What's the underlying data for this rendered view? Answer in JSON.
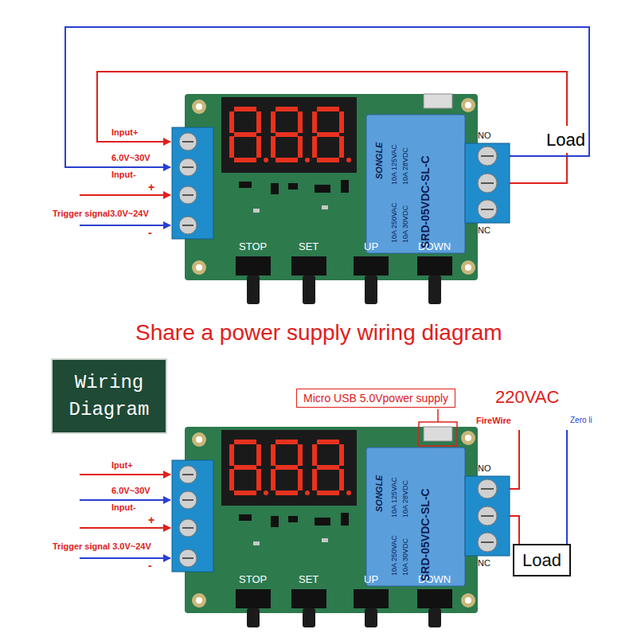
{
  "diagram": {
    "title": "Share a power supply wiring diagram",
    "nodes": [
      {
        "text": [
          "Wiring Diagram"
        ]
      },
      {
        "text": [
          "Micro USB 5.0Vpower supply"
        ]
      },
      {
        "text": [
          "Load"
        ]
      }
    ],
    "labels": [
      "Input+",
      "6.0V~30V",
      "Input-",
      "+",
      "Trigger signal3.0V~24V",
      "-",
      "Load",
      "NO",
      "NC",
      "STOP",
      "SET",
      "UP",
      "DOWN",
      "SONGLE",
      "10A 250VAC",
      "10A 125VAC",
      "10A 30VDC",
      "10A 28VDC",
      "SRD-05VDC-SL-C",
      "Iput+",
      "6.0V~30V",
      "Input-",
      "+",
      "Trigger signal 3.0V~24V",
      "-",
      "220VAC",
      "FireWire",
      "Zero li",
      "NO",
      "NC",
      "STOP",
      "SET",
      "UP",
      "DOWN",
      "SONGLE",
      "10A 250VAC",
      "10A 125VAC",
      "10A 30VDC",
      "10A 28VDC",
      "SRD-05VDC-SL-C"
    ]
  }
}
